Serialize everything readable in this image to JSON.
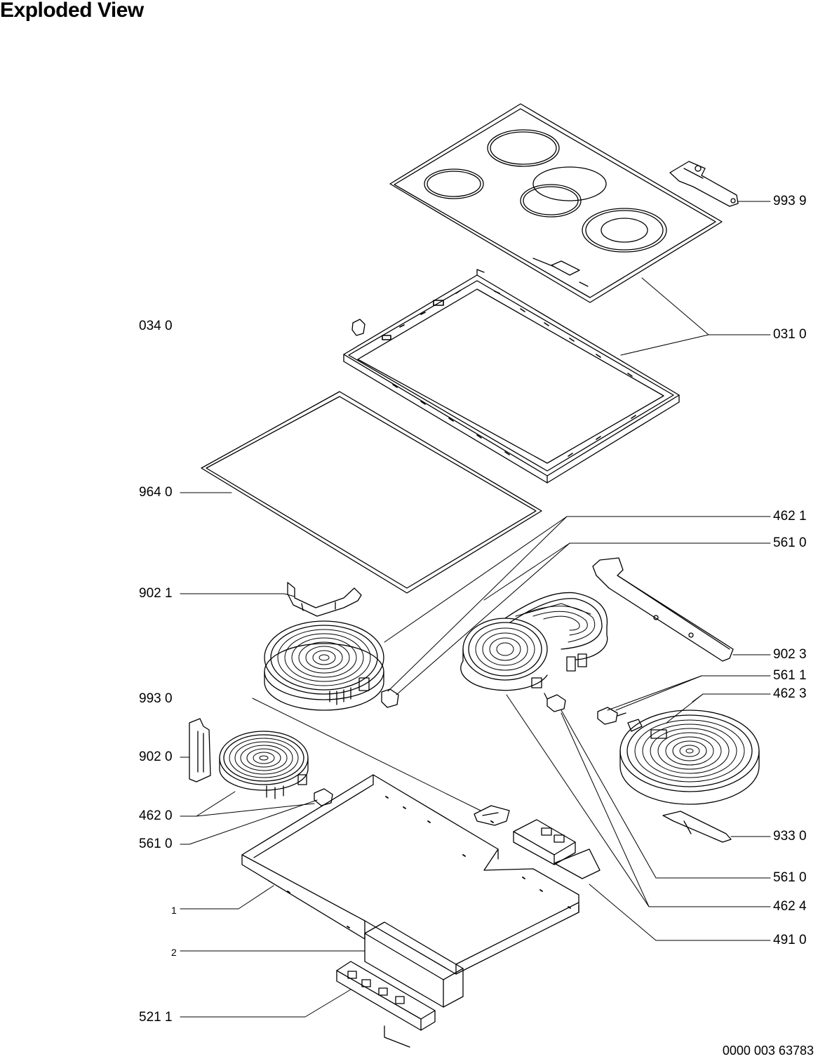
{
  "title": "Exploded View",
  "document_number": "0000 003 63783",
  "labels": {
    "p034_0": "034 0",
    "p964_0": "964 0",
    "p902_1": "902 1",
    "p993_0": "993 0",
    "p902_0": "902 0",
    "p462_0": "462 0",
    "p561_0_left": "561 0",
    "p1": "1",
    "p2": "2",
    "p521_1": "521 1",
    "p993_9": "993 9",
    "p031_0": "031 0",
    "p462_1": "462 1",
    "p561_0_top": "561 0",
    "p902_3": "902 3",
    "p561_1": "561 1",
    "p462_3": "462 3",
    "p933_0": "933 0",
    "p561_0_right": "561 0",
    "p462_4": "462 4",
    "p491_0": "491 0"
  }
}
